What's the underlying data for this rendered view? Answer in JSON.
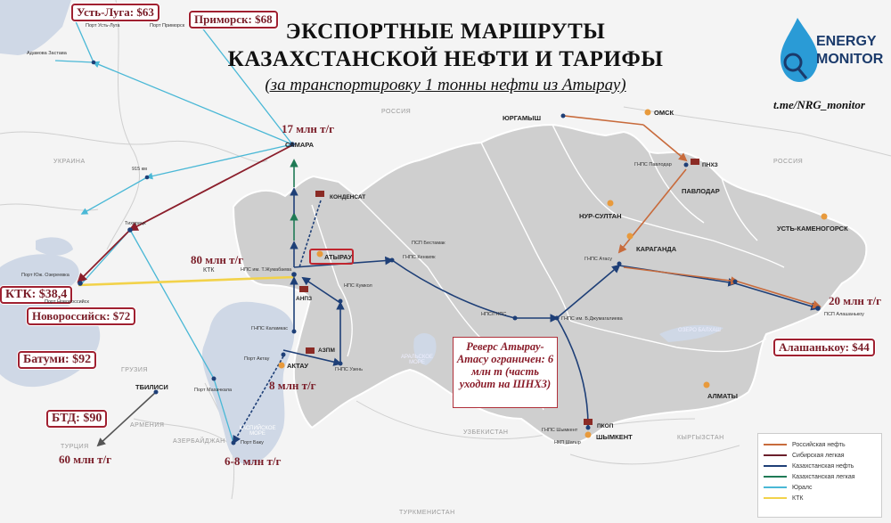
{
  "title": {
    "line1": "ЭКСПОРТНЫЕ МАРШРУТЫ",
    "line2": "КАЗАХСТАНСКОЙ НЕФТИ И ТАРИФЫ",
    "line3": "(за транспортировку 1 тонны нефти из Атырау)"
  },
  "brand": {
    "line1": "ENERGY",
    "line2": "MONITOR",
    "handle": "t.me/NRG_monitor"
  },
  "tariffs": {
    "ust_luga": "Усть-Луга: $63",
    "primorsk": "Приморск: $68",
    "ktk": "КТК: $38,4",
    "novorossiysk": "Новороссийск: $72",
    "batumi": "Батуми: $92",
    "btd": "БТД: $90",
    "alashankou": "Алашанькоу: $44"
  },
  "volumes": {
    "samara": "17 млн т/г",
    "ktk": "80 млн т/г",
    "ktk_sub": "КТК",
    "aktau": "8 млн т/г",
    "baku": "6-8 млн т/г",
    "btd": "60 млн т/г",
    "alashankou": "20 млн т/г"
  },
  "note": "Реверс Атырау-Атасу ограничен: 6 млн т (часть уходит на ШНХЗ)",
  "cities": {
    "samara": "САМАРА",
    "atyrau": "АТЫРАУ",
    "aktau": "АКТАУ",
    "omsk": "ОМСК",
    "pavlodar": "ПАВЛОДАР",
    "nursultan": "НУР-СУЛТАН",
    "karaganda": "КАРАГАНДА",
    "ustkam": "УСТЬ-КАМЕНОГОРСК",
    "almaty": "АЛМАТЫ",
    "shymkent": "ШЫМКЕНТ",
    "tbilisi": "ТБИЛИСИ",
    "yurgamysh": "ЮРГАМЫШ",
    "kondensat": "КОНДЕНСАТ"
  },
  "facilities": {
    "anpz": "АНПЗ",
    "azpm": "АЗПМ",
    "pnhz": "ПНХЗ",
    "pkop": "ПКОП"
  },
  "small_labels": {
    "port_ust_luga": "Порт Усть-Луга",
    "port_primorsk": "Порт Приморск",
    "adamova": "Адамова Застава",
    "km915": "915 км",
    "tikhoretsk": "Тихорецк",
    "port_yuzh": "Порт Юж. Озереевка",
    "port_novoross": "Порт Новороссийск",
    "gnps_zhumabaev": "НПС им. Т.Жумабаева",
    "psp_bestamak": "ПСП Бестамак",
    "gnps_kenkiyak": "ГНПС Кенкияк",
    "nps_kumkol": "НПС Кумкол",
    "gnps_kalamkas": "ГНПС Каламкас",
    "port_aktau": "Порт Актау",
    "gnps_uzen": "ГНПС Узень",
    "port_makhachkala": "Порт Махачкала",
    "port_baku": "Порт Баку",
    "gnps_pavlodar": "ГНПС Павлодар",
    "gnps_atasu": "ГНПС Атасу",
    "gnps_dzhumagaliev": "ГНПС им. Б.Джумагалиева",
    "nps_gnps": "НПС/ГНПС",
    "pps_alashankou": "ПСП Алашанькоу",
    "gnps_shymkent": "ГНПС Шымкент",
    "nkp_shagyr": "НКП Шагыр"
  },
  "regions": {
    "russia1": "РОССИЯ",
    "russia2": "РОССИЯ",
    "ukraine": "УКРАИНА",
    "georgia": "ГРУЗИЯ",
    "armenia": "АРМЕНИЯ",
    "azerbaijan": "АЗЕРБАЙДЖАН",
    "turkey": "ТУРЦИЯ",
    "uzbekistan": "УЗБЕКИСТАН",
    "kyrgyzstan": "КЫРГЫЗСТАН",
    "turkmenistan": "ТУРКМЕНИСТАН"
  },
  "seas": {
    "caspian": "КАСПИЙСКОЕ МОРЕ",
    "aral": "АРАЛЬСКОЕ МОРЕ",
    "balkhash": "ОЗЕРО БАЛХАШ"
  },
  "legend": [
    {
      "label": "Российская нефть",
      "color": "#c86b3c"
    },
    {
      "label": "Сибирская легкая",
      "color": "#6b1f2b"
    },
    {
      "label": "Казахстанская нефть",
      "color": "#1e3f77"
    },
    {
      "label": "Казахстанская легкая",
      "color": "#1f7a55"
    },
    {
      "label": "Юралс",
      "color": "#4ab8d6"
    },
    {
      "label": "КТК",
      "color": "#f2d24a"
    }
  ]
}
